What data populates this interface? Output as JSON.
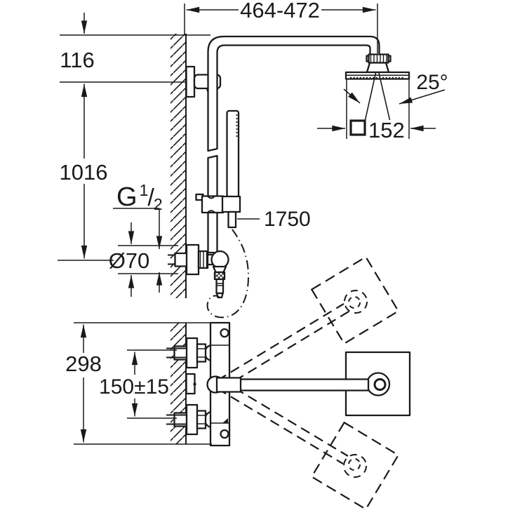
{
  "drawing": {
    "kind": "shower-system-dimension-drawing",
    "background": "#ffffff",
    "line_color": "#1a1a1a"
  },
  "dimensions": {
    "arm_reach": "464-472",
    "bracket_offset": "116",
    "riser_height": "1016",
    "hose_length": "1750",
    "spray_angle": "25°",
    "head_size": "152",
    "escutcheon_diameter": "Ø70",
    "body_height": "298",
    "supply_spacing": "150±15",
    "thread": {
      "letter": "G",
      "numerator": "1",
      "slash": "/",
      "denominator": "2"
    }
  }
}
